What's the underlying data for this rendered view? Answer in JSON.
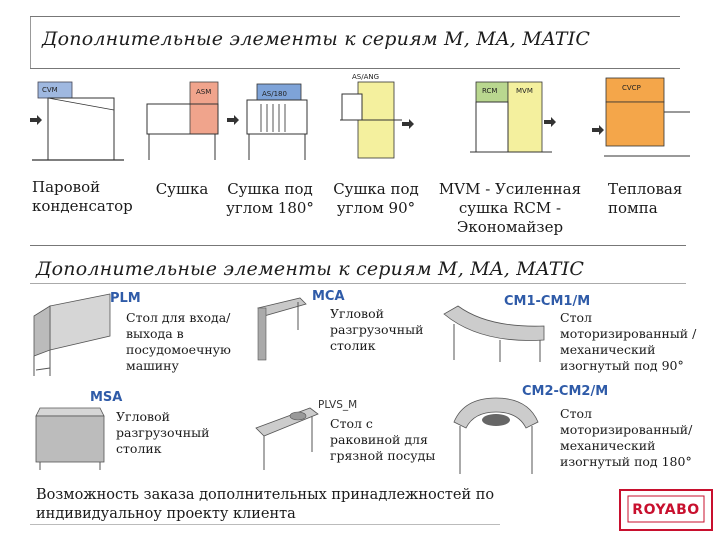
{
  "top": {
    "title": "Дополнительные элементы к сериям M, MA, MATIC",
    "items": [
      {
        "tag": "CVM",
        "caption": "Паровой конденсатор",
        "color": "#9fb8e0"
      },
      {
        "tag": "ASM",
        "caption": "Сушка",
        "color": "#f0a48c"
      },
      {
        "tag": "AS/180",
        "caption": "Сушка под углом 180°",
        "color": "#7ea3d8"
      },
      {
        "tag": "AS/ANG",
        "caption": "Сушка под углом 90°",
        "color": "#f4f09e"
      },
      {
        "tag_a": "RCM",
        "tag_b": "MVM",
        "caption": "MVM - Усиленная сушка RCM - Экономайзер",
        "color_a": "#b9d78f",
        "color_b": "#f4f09e"
      },
      {
        "tag": "CVCP",
        "caption": "Тепловая помпа",
        "color": "#f4a64a"
      }
    ]
  },
  "bottom": {
    "title": "Дополнительные элементы к сериям M, MA, MATIC",
    "items": [
      {
        "model": "PLM",
        "caption": "Стол для входа/выхода в посудомоечную машину"
      },
      {
        "model": "MCA",
        "caption": "Угловой разгрузочный столик"
      },
      {
        "model": "CM1-CM1/M",
        "caption": "Стол моторизированный /механический изогнутый под 90°"
      },
      {
        "model": "MSA",
        "caption": "Угловой разгрузочный столик"
      },
      {
        "model": "PLVS_M",
        "caption": "Стол с раковиной для грязной посуды"
      },
      {
        "model": "CM2-CM2/M",
        "caption": "Стол моторизированный/ механический изогнутый под 180°"
      }
    ],
    "footer": "Возможность заказа дополнительных принадлежностей по индивидуальноу проекту клиента"
  },
  "logo": {
    "text": "ROYABO",
    "color": "#c8102e"
  }
}
